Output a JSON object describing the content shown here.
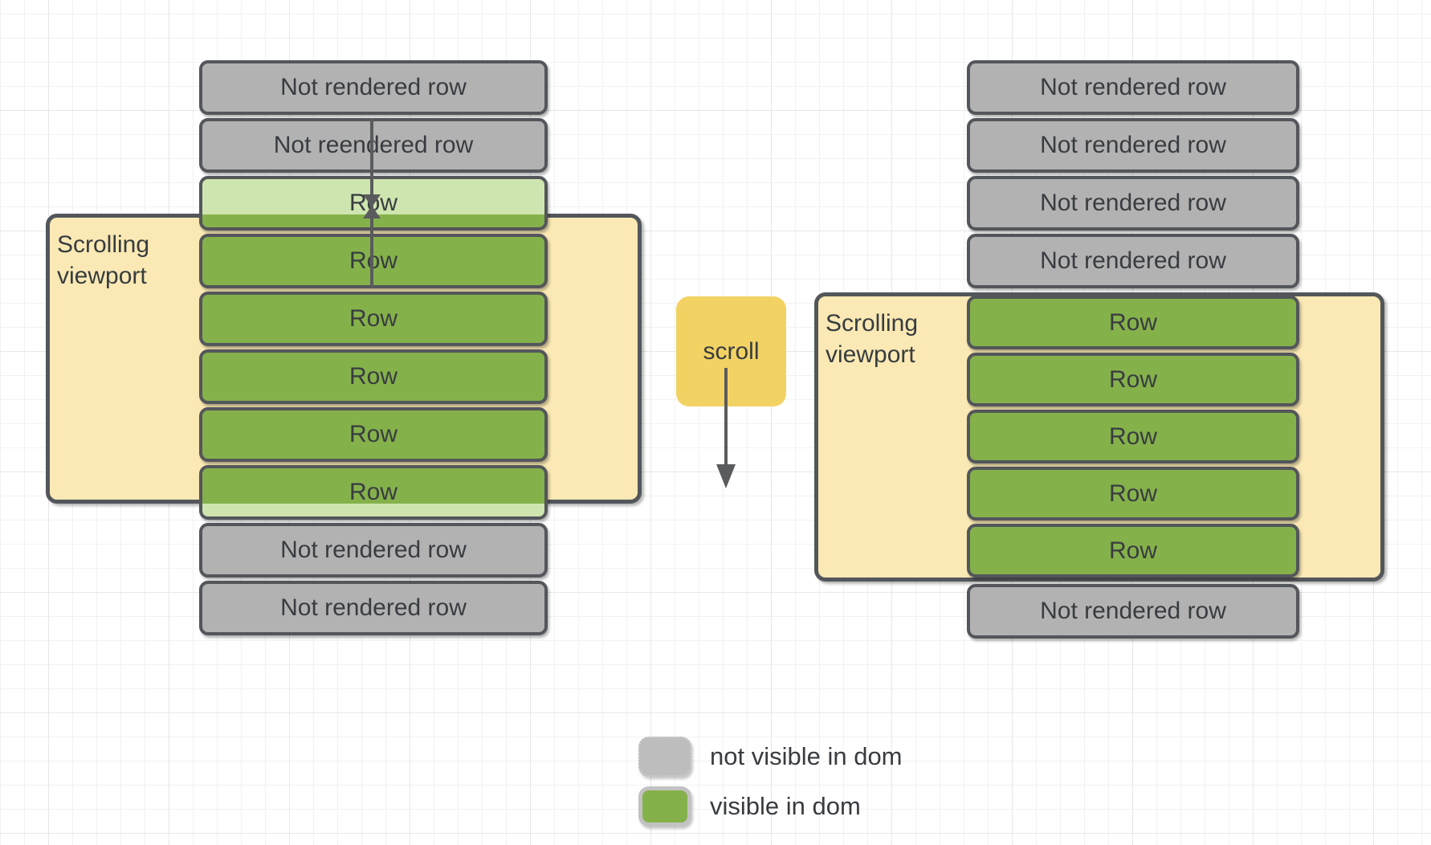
{
  "colors": {
    "row_visible_fill": "#85b14b",
    "row_partial_fill": "#cfe5af",
    "row_not_rendered_fill": "#b2b2b2",
    "viewport_fill": "#fae9b4",
    "scroll_box_fill": "#f2d263",
    "shape_border": "#53565a",
    "text": "#383c40"
  },
  "left_diagram": {
    "viewport_label": "Scrolling viewport",
    "rows": [
      {
        "label": "Not rendered row",
        "state": "not-rendered"
      },
      {
        "label": "Not reendered row",
        "state": "not-rendered"
      },
      {
        "label": "Row",
        "state": "partially-visible-top"
      },
      {
        "label": "Row",
        "state": "visible"
      },
      {
        "label": "Row",
        "state": "visible"
      },
      {
        "label": "Row",
        "state": "visible"
      },
      {
        "label": "Row",
        "state": "visible"
      },
      {
        "label": "Row",
        "state": "partially-visible-bottom"
      },
      {
        "label": "Not rendered row",
        "state": "not-rendered"
      },
      {
        "label": "Not rendered row",
        "state": "not-rendered"
      }
    ]
  },
  "scroll": {
    "label": "scroll"
  },
  "right_diagram": {
    "viewport_label": "Scrolling viewport",
    "rows": [
      {
        "label": "Not rendered row",
        "state": "not-rendered"
      },
      {
        "label": "Not rendered row",
        "state": "not-rendered"
      },
      {
        "label": "Not rendered row",
        "state": "not-rendered"
      },
      {
        "label": "Not rendered row",
        "state": "not-rendered"
      },
      {
        "label": "Row",
        "state": "visible"
      },
      {
        "label": "Row",
        "state": "visible"
      },
      {
        "label": "Row",
        "state": "visible"
      },
      {
        "label": "Row",
        "state": "visible"
      },
      {
        "label": "Row",
        "state": "visible"
      },
      {
        "label": "Not rendered row",
        "state": "not-rendered"
      }
    ]
  },
  "legend": {
    "items": [
      {
        "label": "not visible in dom",
        "swatch": "gray"
      },
      {
        "label": "visible in dom",
        "swatch": "green"
      }
    ]
  }
}
